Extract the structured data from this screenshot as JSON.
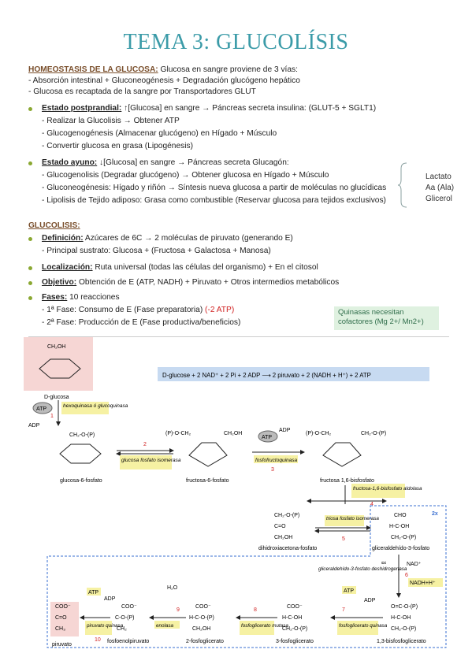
{
  "title": "TEMA 3: GLUCOLÍSIS",
  "homeo": {
    "heading": "HOMEOSTASIS DE LA GLUCOSA:",
    "intro": " Glucosa en sangre proviene de 3 vías:",
    "lines": [
      "- Absorción intestinal + Gluconeogénesis + Degradación glucógeno hepático",
      "- Glucosa es recaptada de la sangre por Transportadores GLUT"
    ]
  },
  "postprandial": {
    "label": "Estado postprandial:",
    "text": " ↑[Glucosa] en sangre → Páncreas secreta insulina: (GLUT-5 + SGLT1)",
    "lines": [
      "-  Realizar la Glucolisis → Obtener ATP",
      "- Glucogenogénesis (Almacenar glucógeno) en Hígado + Músculo",
      "- Convertir glucosa en grasa (Lipogénesis)"
    ]
  },
  "ayuno": {
    "label": "Estado ayuno:",
    "text": " ↓[Glucosa] en sangre → Páncreas secreta Glucagón:",
    "lines": [
      "- Glucogenolisis (Degradar glucógeno) → Obtener glucosa en Hígado + Músculo",
      "- Gluconeogénesis: Hígado y riñón → Síntesis nueva glucosa a partir de moléculas no glucídicas",
      "- Lipolisis de Tejido adiposo: Grasa como combustible (Reservar glucosa para tejidos exclusivos)"
    ],
    "side": [
      "Lactato",
      "Aa (Ala)",
      "Glicerol"
    ]
  },
  "glucolisis": {
    "heading": "GLUCOLISIS:",
    "definicion_label": "Definición:",
    "definicion_text": " Azúcares de 6C → 2 moléculas de piruvato (generando E)",
    "definicion_sub": "- Principal sustrato: Glucosa + (Fructosa + Galactosa + Manosa)",
    "localizacion_label": "Localización:",
    "localizacion_text": " Ruta universal (todas las células del organismo) + En el citosol",
    "objetivo_label": "Objetivo:",
    "objetivo_text": " Obtención de E (ATP, NADH) + Piruvato + Otros intermedios metabólicos",
    "fases_label": "Fases:",
    "fases_text": " 10 reacciones",
    "fase1": "- 1ª Fase: Consumo de E (Fase preparatoria) ",
    "fase1_red": "(-2 ATP)",
    "fase2": "- 2ª Fase: Producción de E (Fase productiva/beneficios)",
    "note": [
      "Quinasas necesitan",
      "cofactores (Mg 2+/ Mn2+)"
    ]
  },
  "diagram": {
    "equation": "D-glucose + 2 NAD⁺ + 2 Pi + 2 ADP ⟶ 2 piruvato + 2 (NADH + H⁺) + 2 ATP",
    "molecules": {
      "dglucosa": "D-glucosa",
      "g6p": "glucosa-6-fosfato",
      "f6p": "fructosa-6-fosfato",
      "f16bp": "fructosa 1,6-bisfosfato",
      "dhap": "dihidroxiacetona-fosfato",
      "g3p": "gliceraldehído-3-fosfato",
      "bpg13": "1,3-bisfosfoglicerato",
      "pg3": "3-fosfoglicerato",
      "pg2": "2-fosfoglicerato",
      "pep": "fosfoenolpiruvato",
      "piruvato": "piruvato"
    },
    "enzymes": {
      "e1": "hexoquinasa ó glucoquinasa",
      "e2": "glucosa fosfato isomerasa",
      "e3": "fosfofructoquinasa",
      "e4": "fructosa-1,6-bisfosfato aldolasa",
      "e5": "triosa fosfato isomerasa",
      "e6": "gliceraldehído-3-fosfato deshidrogenasa",
      "e7": "fosfoglicerato quinasa",
      "e8": "fosfoglicerato mutasa",
      "e9": "enolasa",
      "e10": "piruvato quinasa"
    },
    "steps": [
      "1",
      "2",
      "3",
      "4",
      "5",
      "6",
      "7",
      "8",
      "9",
      "10"
    ],
    "cofactors": {
      "atp": "ATP",
      "adp": "ADP",
      "nad": "NAD⁺",
      "nadh": "NADH+H⁺",
      "pi": "Pi",
      "h2o": "H₂O",
      "x2": "2x"
    },
    "colors": {
      "enzyme_box": "#f6f1a3",
      "number": "#d01f1f",
      "eq_box": "#c7daf1",
      "dashed": "#3a6fd0"
    }
  }
}
